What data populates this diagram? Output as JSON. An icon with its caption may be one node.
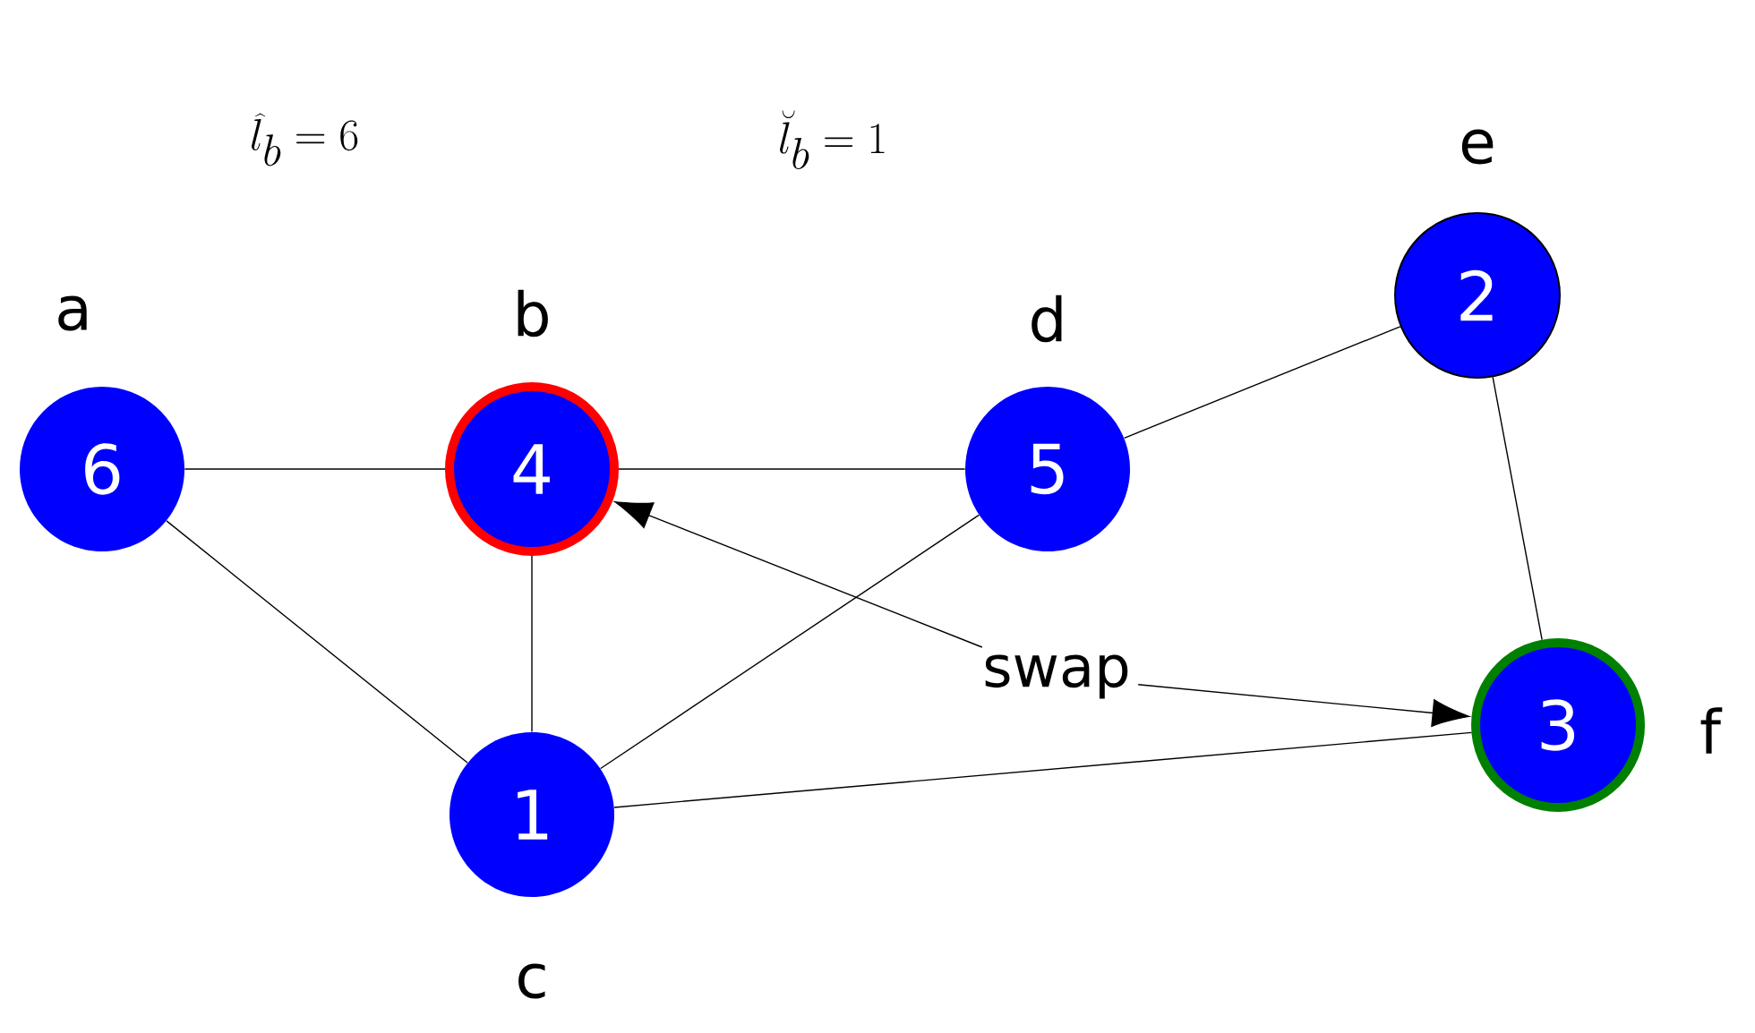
{
  "diagram": {
    "nodes": [
      {
        "text": [
          "6"
        ],
        "beside": [
          "a"
        ]
      },
      {
        "text": [
          "4"
        ],
        "beside": [
          "b"
        ]
      },
      {
        "text": [
          "5"
        ],
        "beside": [
          "d"
        ]
      },
      {
        "text": [
          "2"
        ],
        "beside": [
          "e"
        ]
      },
      {
        "text": [
          "1"
        ],
        "beside": [
          "c"
        ]
      },
      {
        "text": [
          "3"
        ],
        "beside": [
          "f"
        ]
      },
      {
        "text": [
          "swap"
        ]
      }
    ],
    "edges": [
      {
        "from": 0,
        "to": 1,
        "arrow": "none"
      },
      {
        "from": 0,
        "to": 4,
        "arrow": "none"
      },
      {
        "from": 1,
        "to": 2,
        "arrow": "none"
      },
      {
        "from": 1,
        "to": 4,
        "arrow": "none"
      },
      {
        "from": 4,
        "to": 2,
        "arrow": "none"
      },
      {
        "from": 2,
        "to": 3,
        "arrow": "none"
      },
      {
        "from": 3,
        "to": 5,
        "arrow": "none"
      },
      {
        "from": 4,
        "to": 5,
        "arrow": "none"
      },
      {
        "from": 6,
        "to": 1,
        "arrow": "to"
      },
      {
        "from": 6,
        "to": 5,
        "arrow": "to"
      }
    ],
    "labels": [
      "\\widehat{l}_b = 6",
      "\\breve{l}_b = 1"
    ]
  }
}
